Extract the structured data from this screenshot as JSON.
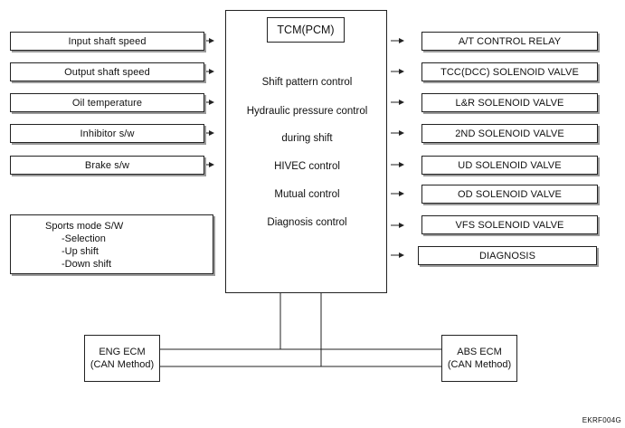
{
  "tcm": {
    "title": "TCM(PCM)",
    "functions": [
      "Shift pattern control",
      "Hydraulic pressure control",
      "during shift",
      "HIVEC control",
      "Mutual control",
      "Diagnosis control"
    ]
  },
  "inputs": [
    "Input shaft speed",
    "Output shaft speed",
    "Oil temperature",
    "Inhibitor s/w",
    "Brake s/w"
  ],
  "sports_mode": {
    "title": "Sports mode S/W",
    "items": [
      "-Selection",
      "-Up shift",
      "-Down shift"
    ]
  },
  "outputs": [
    "A/T CONTROL RELAY",
    "TCC(DCC) SOLENOID VALVE",
    "L&R  SOLENOID VALVE",
    "2ND SOLENOID VALVE",
    "UD SOLENOID VALVE",
    "OD SOLENOID VALVE",
    "VFS SOLENOID VALVE",
    "DIAGNOSIS"
  ],
  "eng_ecm": {
    "line1": "ENG ECM",
    "line2": "(CAN Method)"
  },
  "abs_ecm": {
    "line1": "ABS ECM",
    "line2": "(CAN  Method)"
  },
  "figure_code": "EKRF004G"
}
